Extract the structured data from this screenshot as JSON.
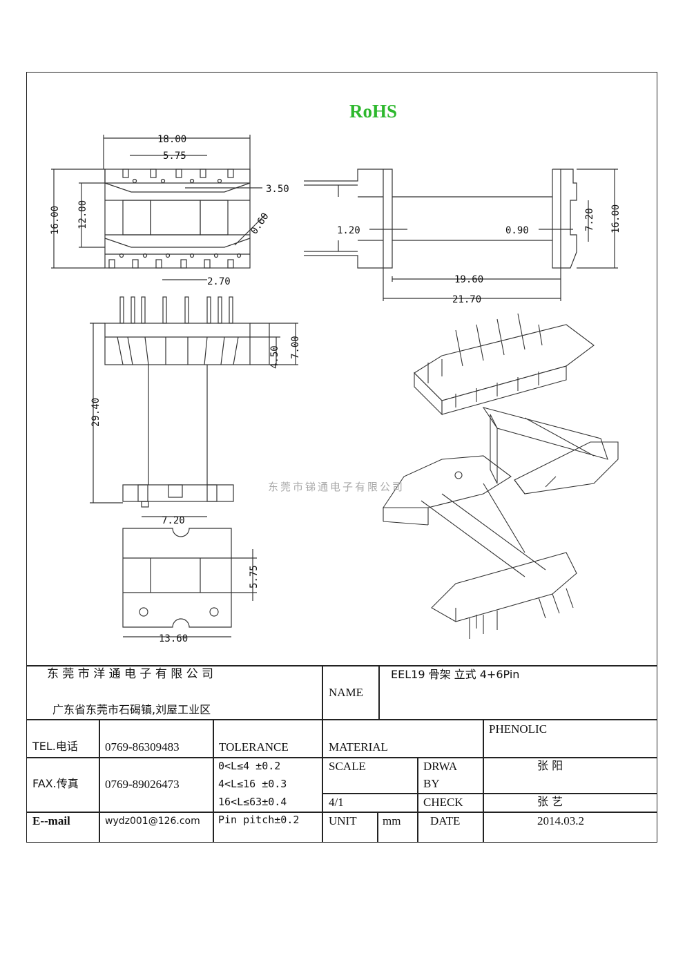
{
  "header": {
    "rohs": "RoHS"
  },
  "watermark": "东莞市锑通电子有限公司",
  "dimensions": {
    "d_18": "18.00",
    "d_575_top": "5.75",
    "d_350": "3.50",
    "d_060": "0.60",
    "d_1600_left": "16.00",
    "d_1200": "12.00",
    "d_270": "2.70",
    "d_120": "1.20",
    "d_090": "0.90",
    "d_720_side": "7.20",
    "d_1600_right": "16.00",
    "d_1960": "19.60",
    "d_2170": "21.70",
    "d_450": "4.50",
    "d_700": "7.00",
    "d_2940": "29.40",
    "d_720_bottom": "7.20",
    "d_575_bottom": "5.75",
    "d_1360": "13.60"
  },
  "title_block": {
    "company": "东 莞 市 洋 通 电 子 有 限 公 司",
    "address": "广东省东莞市石碣镇,刘屋工业区",
    "name_label": "NAME",
    "name_value": "EEL19  骨架    立式 4+6Pin",
    "tel_label": "TEL.电话",
    "tel_value": "0769-86309483",
    "tolerance_label": "TOLERANCE",
    "material_label": "MATERIAL",
    "material_value": "PHENOLIC",
    "fax_label": "FAX.传真",
    "fax_value": "0769-89026473",
    "tol_1": "0<L≤4   ±0.2",
    "tol_2": "4<L≤16  ±0.3",
    "tol_3": "16<L≤63±0.4",
    "tol_4": "Pin pitch±0.2",
    "scale_label": "SCALE",
    "scale_value": "4/1",
    "drawn_label_1": "DRWA",
    "drawn_label_2": "BY",
    "drawn_value": "张 阳",
    "check_label": "CHECK",
    "check_value": "张 艺",
    "email_label": "E--mail",
    "email_value": "wydz001@126.com",
    "unit_label": "UNIT",
    "unit_value": "mm",
    "date_label": "DATE",
    "date_value": "2014.03.2"
  }
}
